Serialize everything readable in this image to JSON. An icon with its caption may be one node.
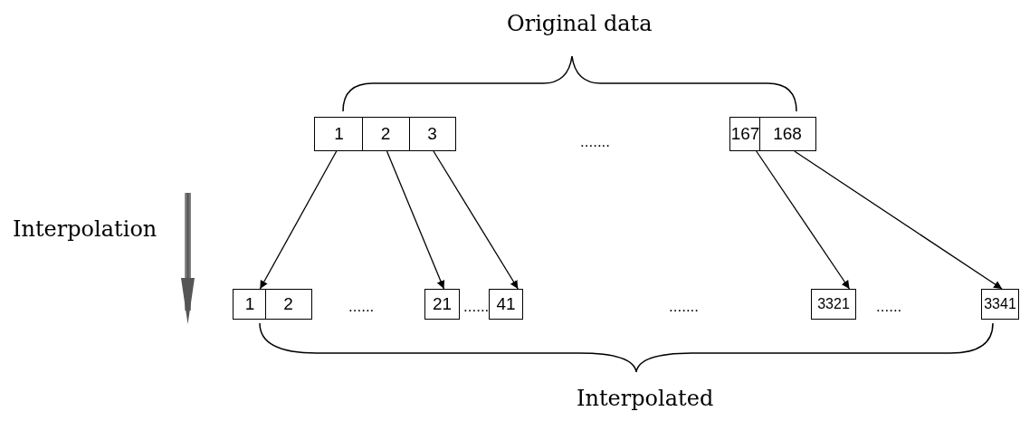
{
  "diagram": {
    "nodes": [
      {
        "text": [
          "1"
        ]
      },
      {
        "text": [
          "2"
        ]
      },
      {
        "text": [
          "3"
        ]
      },
      {
        "text": [
          "167"
        ]
      },
      {
        "text": [
          "168"
        ]
      },
      {
        "text": [
          "1"
        ]
      },
      {
        "text": [
          "2"
        ]
      },
      {
        "text": [
          "21"
        ]
      },
      {
        "text": [
          "41"
        ]
      },
      {
        "text": [
          "3321"
        ]
      },
      {
        "text": [
          "3341"
        ]
      }
    ],
    "edges": [
      {
        "from": 0,
        "to": 5,
        "arrow": "to"
      },
      {
        "from": 1,
        "to": 7,
        "arrow": "to"
      },
      {
        "from": 2,
        "to": 8,
        "arrow": "to"
      },
      {
        "from": 3,
        "to": 9,
        "arrow": "to"
      },
      {
        "from": 4,
        "to": 10,
        "arrow": "to"
      }
    ],
    "labels": [
      "Original data",
      ".......",
      "Interpolation",
      "......",
      "......",
      ".......",
      "......",
      "Interpolated"
    ]
  }
}
